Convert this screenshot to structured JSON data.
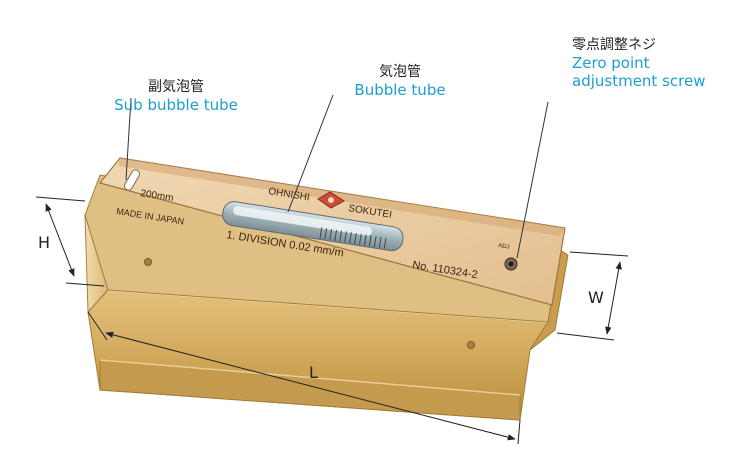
{
  "callouts": {
    "sub_bubble": {
      "jp": "副気泡管",
      "en": "Sub bubble tube"
    },
    "bubble": {
      "jp": "気泡管",
      "en": "Bubble tube"
    },
    "zero_screw": {
      "jp": "零点調整ネジ",
      "en_line1": "Zero point",
      "en_line2": "adjustment screw"
    }
  },
  "dimensions": {
    "height": "H",
    "width": "W",
    "length": "L"
  },
  "markings": {
    "size": "200mm",
    "brand_left": "OHNISHI",
    "brand_right": "SOKUTEI",
    "origin": "MADE IN JAPAN",
    "division": "1. DIVISION  0.02 mm/m",
    "serial": "No. 110324-2",
    "adj_label": "ADJ"
  },
  "colors": {
    "label_en": "#1a9fd0",
    "plate": "#e7c79c",
    "body": "#d9b46a"
  }
}
